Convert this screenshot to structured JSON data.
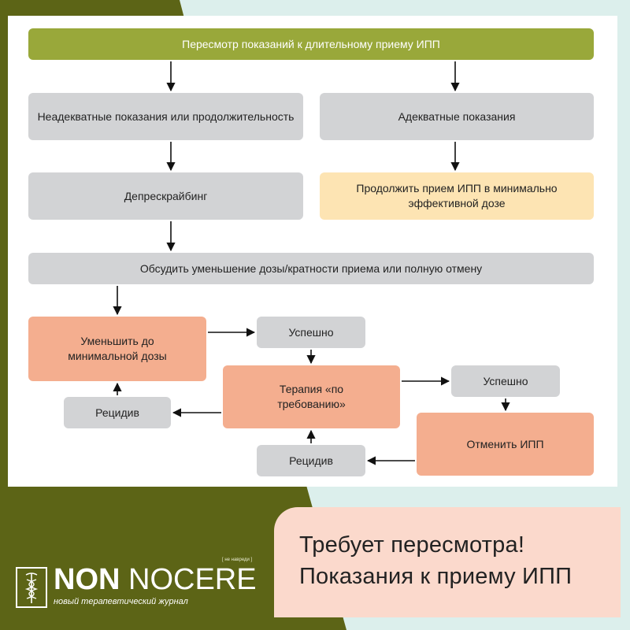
{
  "flowchart": {
    "top": "Пересмотр показаний к длительному приему ИПП",
    "inadequate": "Неадекватные показания или продолжительность",
    "adequate": "Адекватные показания",
    "deprescribing": "Депрескрайбинг",
    "continue": "Продолжить прием ИПП в минимально эффективной дозе",
    "discuss": "Обсудить уменьшение дозы/кратности приема или полную отмену",
    "reduce": "Уменьшить до минимальной дозы",
    "success1": "Успешно",
    "relapse1": "Рецидив",
    "ondemand": "Терапия «по требованию»",
    "success2": "Успешно",
    "relapse2": "Рецидив",
    "stop": "Отменить ИПП"
  },
  "banner": {
    "line1": "Требует пересмотра!",
    "line2": "Показания к приему ИПП"
  },
  "logo": {
    "name_bold": "NON",
    "name_regular": "NOCERE",
    "subtitle": "новый терапевтический журнал",
    "tagline": "[ не навреди ]"
  },
  "colors": {
    "olive_dark": "#5c6416",
    "olive_box": "#99a83a",
    "gray_box": "#d2d3d5",
    "yellow_box": "#fde4b3",
    "salmon_box": "#f4ae8f",
    "banner_bg": "#fbd9cc",
    "mint_bg": "#dcefec"
  }
}
